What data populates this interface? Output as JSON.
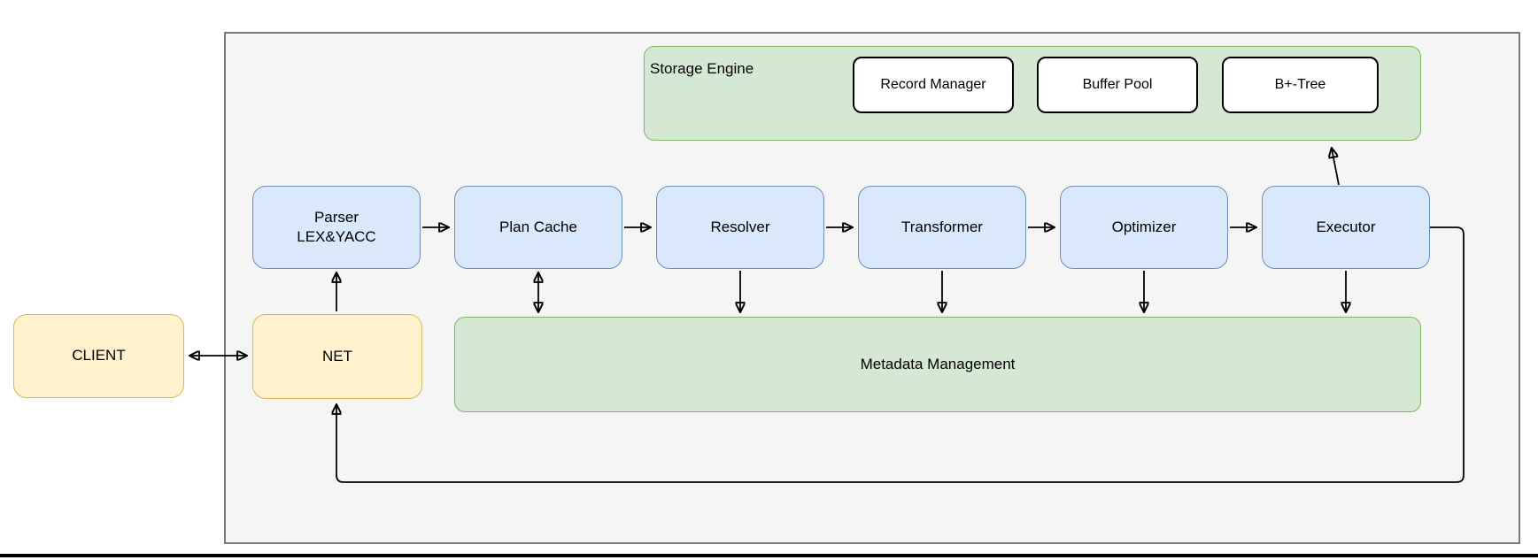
{
  "diagram": {
    "type": "architecture-diagram",
    "nodes": {
      "client": {
        "label": "CLIENT"
      },
      "net": {
        "label": "NET"
      }
    },
    "pipeline": [
      {
        "line1": "Parser",
        "line2": "LEX&YACC"
      },
      {
        "label": "Plan Cache"
      },
      {
        "label": "Resolver"
      },
      {
        "label": "Transformer"
      },
      {
        "label": "Optimizer"
      },
      {
        "label": "Executor"
      }
    ],
    "storage_engine": {
      "label": "Storage Engine",
      "components": [
        {
          "label": "Record Manager"
        },
        {
          "label": "Buffer Pool"
        },
        {
          "label": "B+-Tree"
        }
      ]
    },
    "metadata": {
      "label": "Metadata Management"
    },
    "colors": {
      "yellow_fill": "#FFF2CC",
      "yellow_stroke": "#D6B656",
      "blue_fill": "#DAE8FC",
      "blue_stroke": "#6C8EBF",
      "green_fill": "#D5E8D4",
      "green_stroke": "#82B366",
      "container_fill": "#F5F5F5",
      "container_stroke": "#7A7A7A",
      "edge_color": "#000000"
    }
  }
}
